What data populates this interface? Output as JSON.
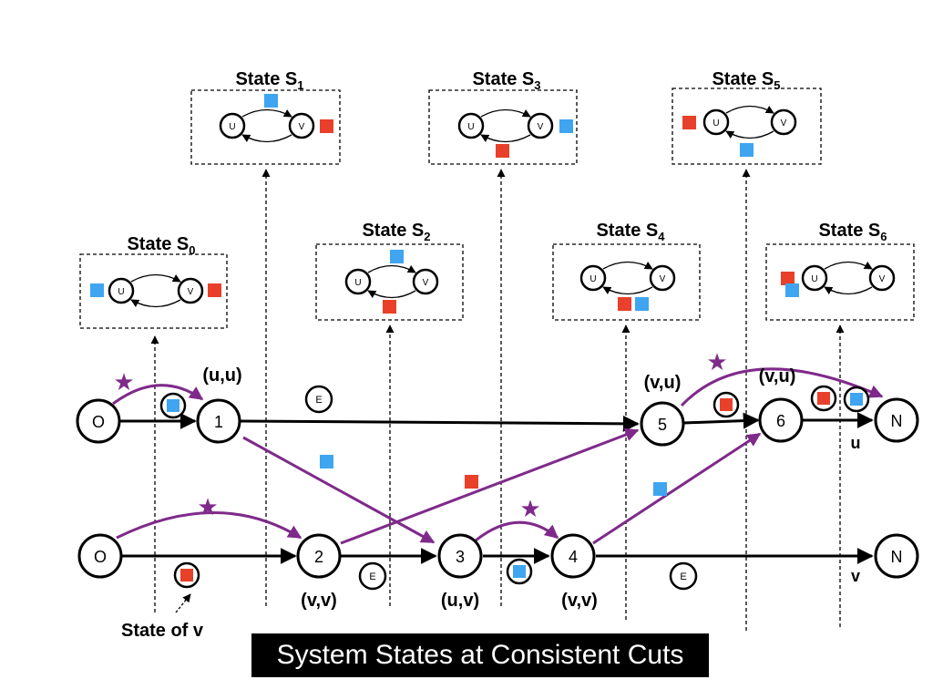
{
  "colors": {
    "blue_token": "#3fa5f0",
    "red_token": "#e8402a",
    "purple_arrow": "#7f2a8a",
    "line": "#000000"
  },
  "title": "System States at Consistent Cuts",
  "annotation": "State of v",
  "states": [
    {
      "prefix": "State S",
      "sub": "0"
    },
    {
      "prefix": "State S",
      "sub": "1"
    },
    {
      "prefix": "State S",
      "sub": "2"
    },
    {
      "prefix": "State S",
      "sub": "3"
    },
    {
      "prefix": "State S",
      "sub": "4"
    },
    {
      "prefix": "State S",
      "sub": "5"
    },
    {
      "prefix": "State S",
      "sub": "6"
    }
  ],
  "mini_nodes": {
    "u": "U",
    "v": "V"
  },
  "timeline_u": {
    "label": "u",
    "nodes": [
      "O",
      "1",
      "5",
      "6",
      "N"
    ],
    "event": "E",
    "pair_labels": [
      "(u,u)",
      "(v,u)",
      "(v,u)"
    ]
  },
  "timeline_v": {
    "label": "v",
    "nodes": [
      "O",
      "2",
      "3",
      "4",
      "N"
    ],
    "events": [
      "E",
      "E"
    ],
    "pair_labels": [
      "(v,v)",
      "(u,v)",
      "(v,v)"
    ]
  },
  "star_symbol": "★"
}
